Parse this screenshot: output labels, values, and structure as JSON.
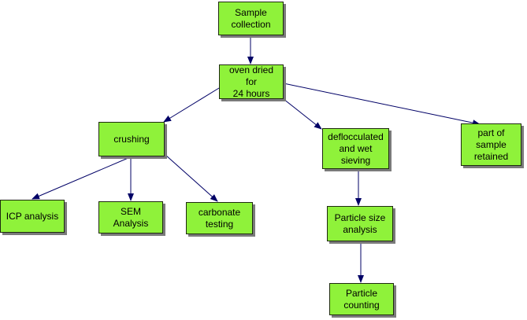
{
  "diagram": {
    "nodes": {
      "sample_collection": "Sample\ncollection",
      "oven_dried": "oven dried for\n24 hours",
      "crushing": "crushing",
      "deflocculated": "deflocculated\nand wet\nsieving",
      "part_retained": "part of\nsample\nretained",
      "icp": "ICP analysis",
      "sem": "SEM Analysis",
      "carbonate": "carbonate\ntesting",
      "particle_size": "Particle size\nanalysis",
      "particle_counting": "Particle\ncounting"
    },
    "colors": {
      "node_fill": "#8ff23a",
      "node_border": "#1e2a10",
      "arrow": "#000066"
    }
  }
}
